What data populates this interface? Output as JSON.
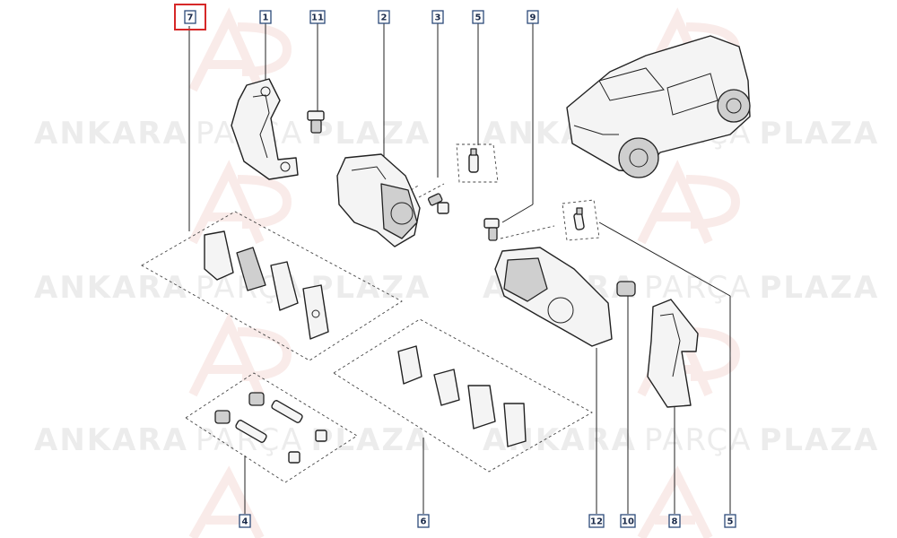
{
  "watermark": {
    "brand_left": "ANKARA",
    "brand_mid": "PARÇA",
    "brand_right": "PLAZA",
    "logo_icon": "ap-logo-icon"
  },
  "callouts": [
    {
      "id": "7",
      "highlighted": true
    },
    {
      "id": "1",
      "highlighted": false
    },
    {
      "id": "11",
      "highlighted": false
    },
    {
      "id": "2",
      "highlighted": false
    },
    {
      "id": "3",
      "highlighted": false
    },
    {
      "id": "5",
      "highlighted": false
    },
    {
      "id": "9",
      "highlighted": false
    },
    {
      "id": "4",
      "highlighted": false
    },
    {
      "id": "6",
      "highlighted": false
    },
    {
      "id": "12",
      "highlighted": false
    },
    {
      "id": "10",
      "highlighted": false
    },
    {
      "id": "8",
      "highlighted": false
    },
    {
      "id": "5",
      "highlighted": false
    }
  ],
  "colors": {
    "highlight": "#d62828",
    "label_border": "#2c4a7a",
    "watermark_red": "#c0392b"
  }
}
